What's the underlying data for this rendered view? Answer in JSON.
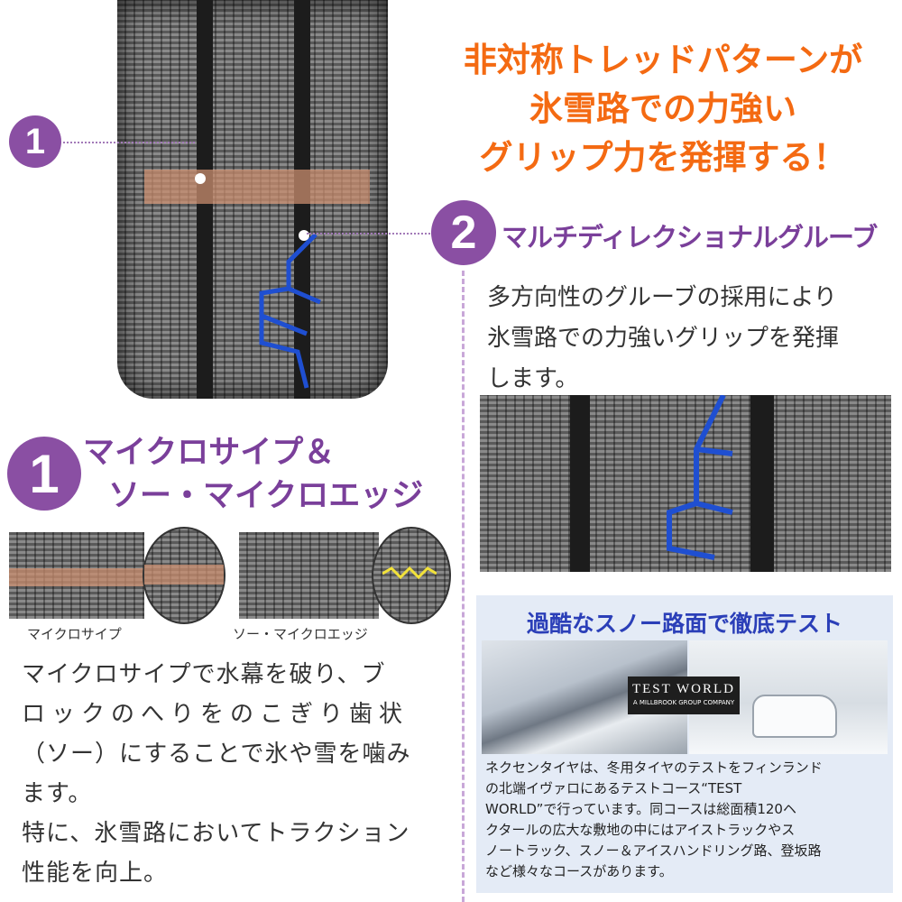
{
  "headline": {
    "line1": "非対称トレッドパターンが",
    "line2": "氷雪路での力強い",
    "line3": "グリップ力を発揮する！"
  },
  "feature1": {
    "number": "1",
    "title_line1": "マイクロサイプ＆",
    "title_line2": "ソー・マイクロエッジ",
    "image_label_left": "マイクロサイプ",
    "image_label_right": "ソー・マイクロエッジ",
    "desc_line1": "マイクロサイプで水幕を破り、ブ",
    "desc_line2": "ロックのへりをのこぎり歯状",
    "desc_line3": "（ソー）にすることで氷や雪を噛み",
    "desc_line4": "ます。",
    "desc_line5": "特に、氷雪路においてトラクション",
    "desc_line6": "性能を向上。"
  },
  "feature2": {
    "number": "2",
    "title": "マルチディレクショナルグルーブ",
    "desc_line1": "多方向性のグルーブの採用により",
    "desc_line2": "氷雪路での力強いグリップを発揮",
    "desc_line3": "します。"
  },
  "test_box": {
    "title": "過酷なスノー路面で徹底テスト",
    "logo_main": "TEST WORLD",
    "logo_sub": "A MILLBROOK GROUP COMPANY",
    "desc_line1": "ネクセンタイヤは、冬用タイヤのテストをフィンランド",
    "desc_line2": "の北端イヴァロにあるテストコース“TEST",
    "desc_line3": "WORLD”で行っています。同コースは総面積120ヘ",
    "desc_line4": "クタールの広大な敷地の中にはアイストラックやス",
    "desc_line5": "ノートラック、スノー＆アイスハンドリング路、登坂路",
    "desc_line6": "など様々なコースがあります。"
  },
  "colors": {
    "accent_orange": "#f46a12",
    "accent_purple": "#8a4fa3",
    "groove_blue": "#1f4fd1",
    "box_bg": "#e4ebf6"
  }
}
